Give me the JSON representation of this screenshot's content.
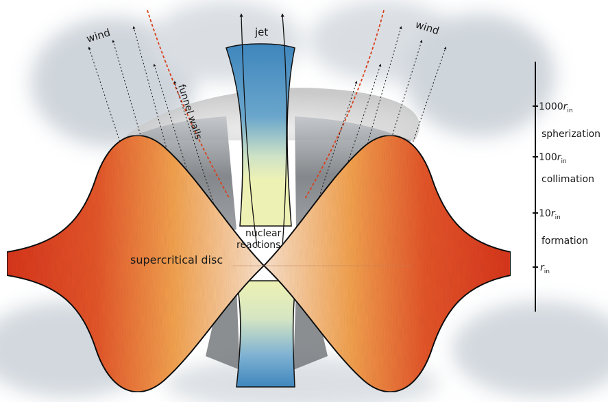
{
  "labels": {
    "jet": "jet",
    "wind_left": "wind",
    "wind_right": "wind",
    "funnel_walls": "funnel walls",
    "nuclear_line1": "nuclear",
    "nuclear_line2": "reactions",
    "disc": "supercritical disc"
  },
  "scale": {
    "ticks": [
      {
        "value": "1000",
        "sub": "in",
        "symbol": "r"
      },
      {
        "value": "100",
        "sub": "in",
        "symbol": "r"
      },
      {
        "value": "10",
        "sub": "in",
        "symbol": "r"
      },
      {
        "value": "",
        "sub": "in",
        "symbol": "r"
      }
    ],
    "zones": [
      "spherization",
      "collimation",
      "formation"
    ]
  },
  "colors": {
    "disc_edge": "#d8361c",
    "disc_mid": "#f08a3a",
    "disc_inner": "#fbe0c8",
    "jet_blue": "#4d8fc0",
    "jet_yellow": "#eef0b0",
    "funnel_line": "#d8401c",
    "wind_cone": "#6b6b6b",
    "outflow_cloud": "#c5ccd3"
  }
}
